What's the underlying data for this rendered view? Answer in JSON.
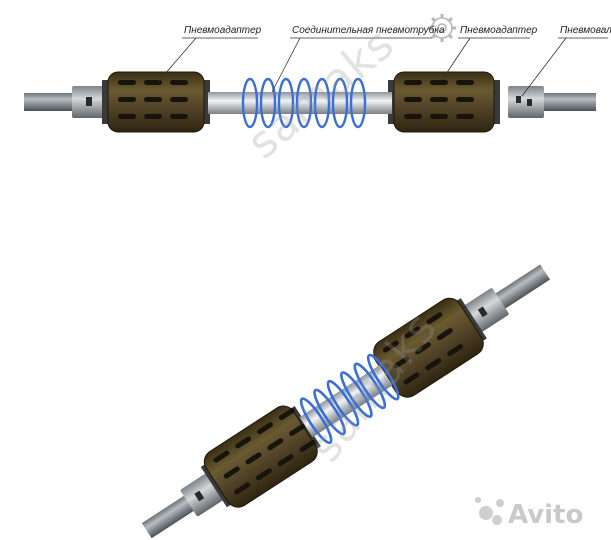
{
  "labels": {
    "adapter_left": "Пневмоадаптер",
    "connecting_tube": "Соединительная пневмотрубка",
    "adapter_right": "Пневмоадаптер",
    "shaft": "Пневмовал"
  },
  "watermark": {
    "text": "samaks",
    "brand": "Avito"
  },
  "colors": {
    "roller": "#5a4a26",
    "roller_dark": "#3e3218",
    "slot": "#1c1810",
    "shaft": "#9aa0a6",
    "spring": "#3b6fd6",
    "watermark": "#b5b5b5"
  }
}
